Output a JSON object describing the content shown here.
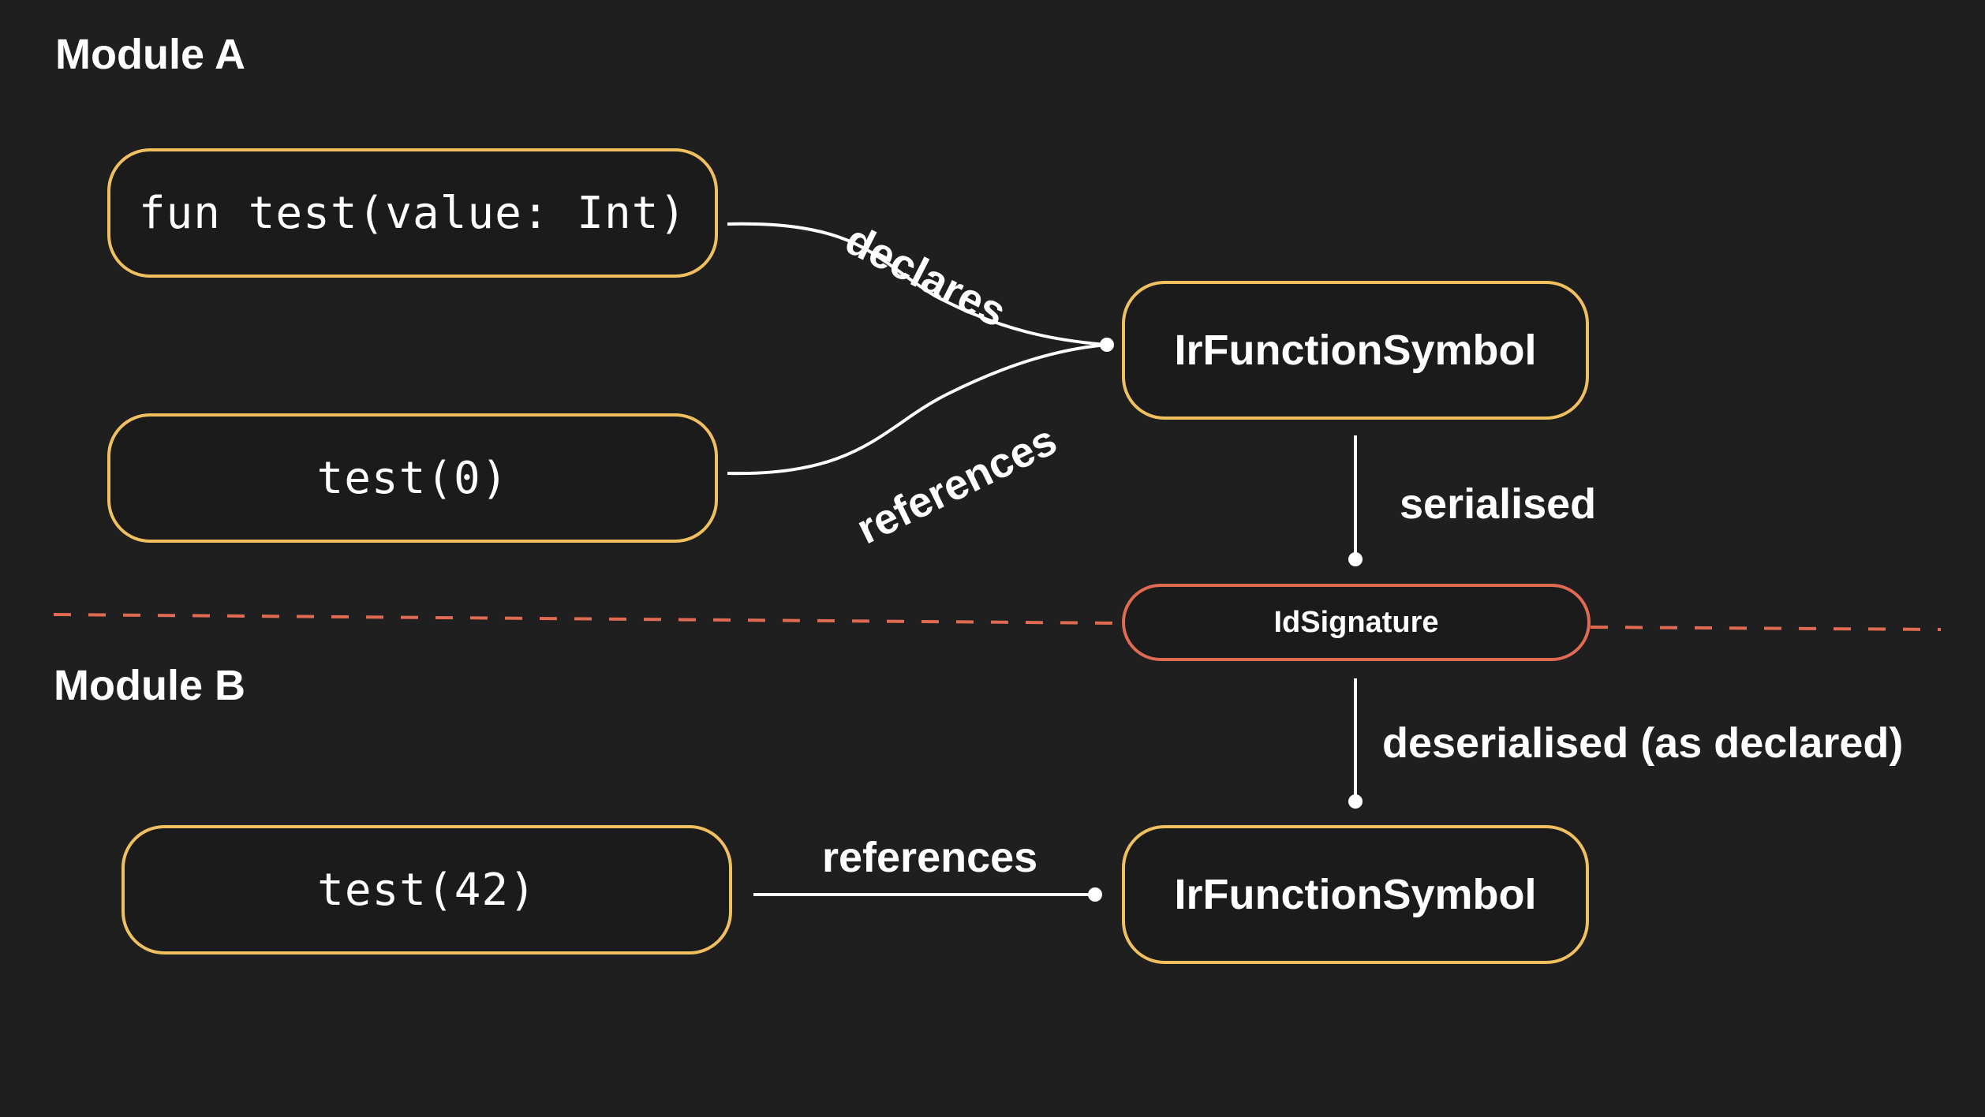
{
  "module_a": {
    "title": "Module A",
    "declaration": "fun test(value: Int)",
    "call": "test(0)",
    "symbol": "IrFunctionSymbol",
    "edges": {
      "declares": "declares",
      "references": "references",
      "serialised": "serialised"
    }
  },
  "boundary": {
    "signature": "IdSignature",
    "line_color": "#e06a52"
  },
  "module_b": {
    "title": "Module B",
    "call": "test(42)",
    "symbol": "IrFunctionSymbol",
    "edges": {
      "references": "references",
      "deserialised": "deserialised (as declared)"
    }
  },
  "colors": {
    "background": "#1f1f1f",
    "box_border": "#f0c060",
    "signature_border": "#e06a52",
    "text": "#ffffff"
  }
}
